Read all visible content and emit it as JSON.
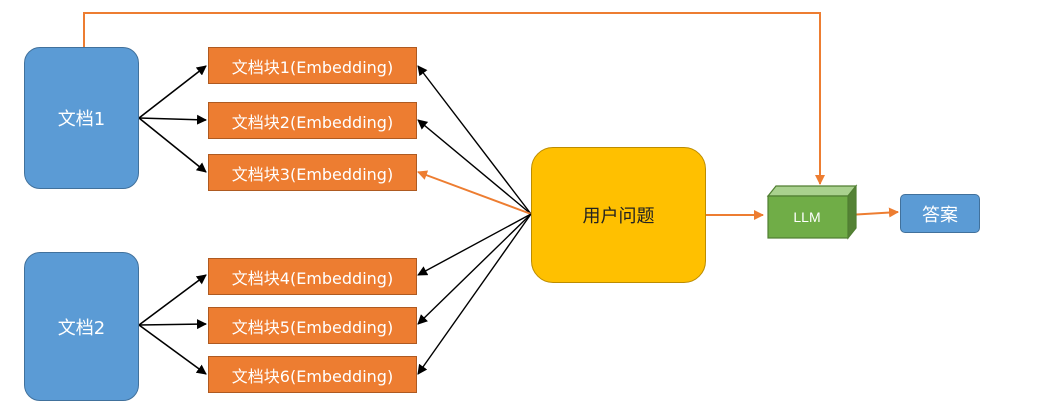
{
  "documents": [
    {
      "label": "文档1"
    },
    {
      "label": "文档2"
    }
  ],
  "chunks": [
    {
      "label": "文档块1(Embedding)"
    },
    {
      "label": "文档块2(Embedding)"
    },
    {
      "label": "文档块3(Embedding)"
    },
    {
      "label": "文档块4(Embedding)"
    },
    {
      "label": "文档块5(Embedding)"
    },
    {
      "label": "文档块6(Embedding)"
    }
  ],
  "question": {
    "label": "用户问题"
  },
  "llm": {
    "label": "LLM"
  },
  "answer": {
    "label": "答案"
  },
  "colors": {
    "doc_fill": "#5b9bd5",
    "chunk_fill": "#ed7d31",
    "question_fill": "#ffc000",
    "llm_fill": "#70ad47",
    "answer_fill": "#5b9bd5",
    "highlight_arrow": "#ed7d31",
    "normal_arrow": "#000000"
  }
}
